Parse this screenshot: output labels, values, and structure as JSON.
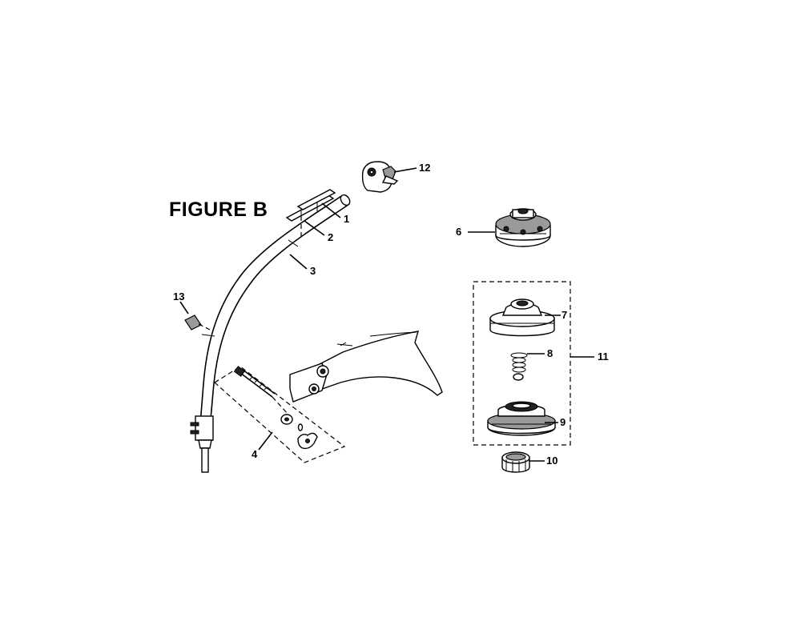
{
  "figure": {
    "title": "FIGURE B"
  },
  "callouts": {
    "c1": "1",
    "c2": "2",
    "c3": "3",
    "c4": "4",
    "c6": "6",
    "c7": "7",
    "c8": "8",
    "c9": "9",
    "c10": "10",
    "c11": "11",
    "c12": "12",
    "c13": "13"
  }
}
